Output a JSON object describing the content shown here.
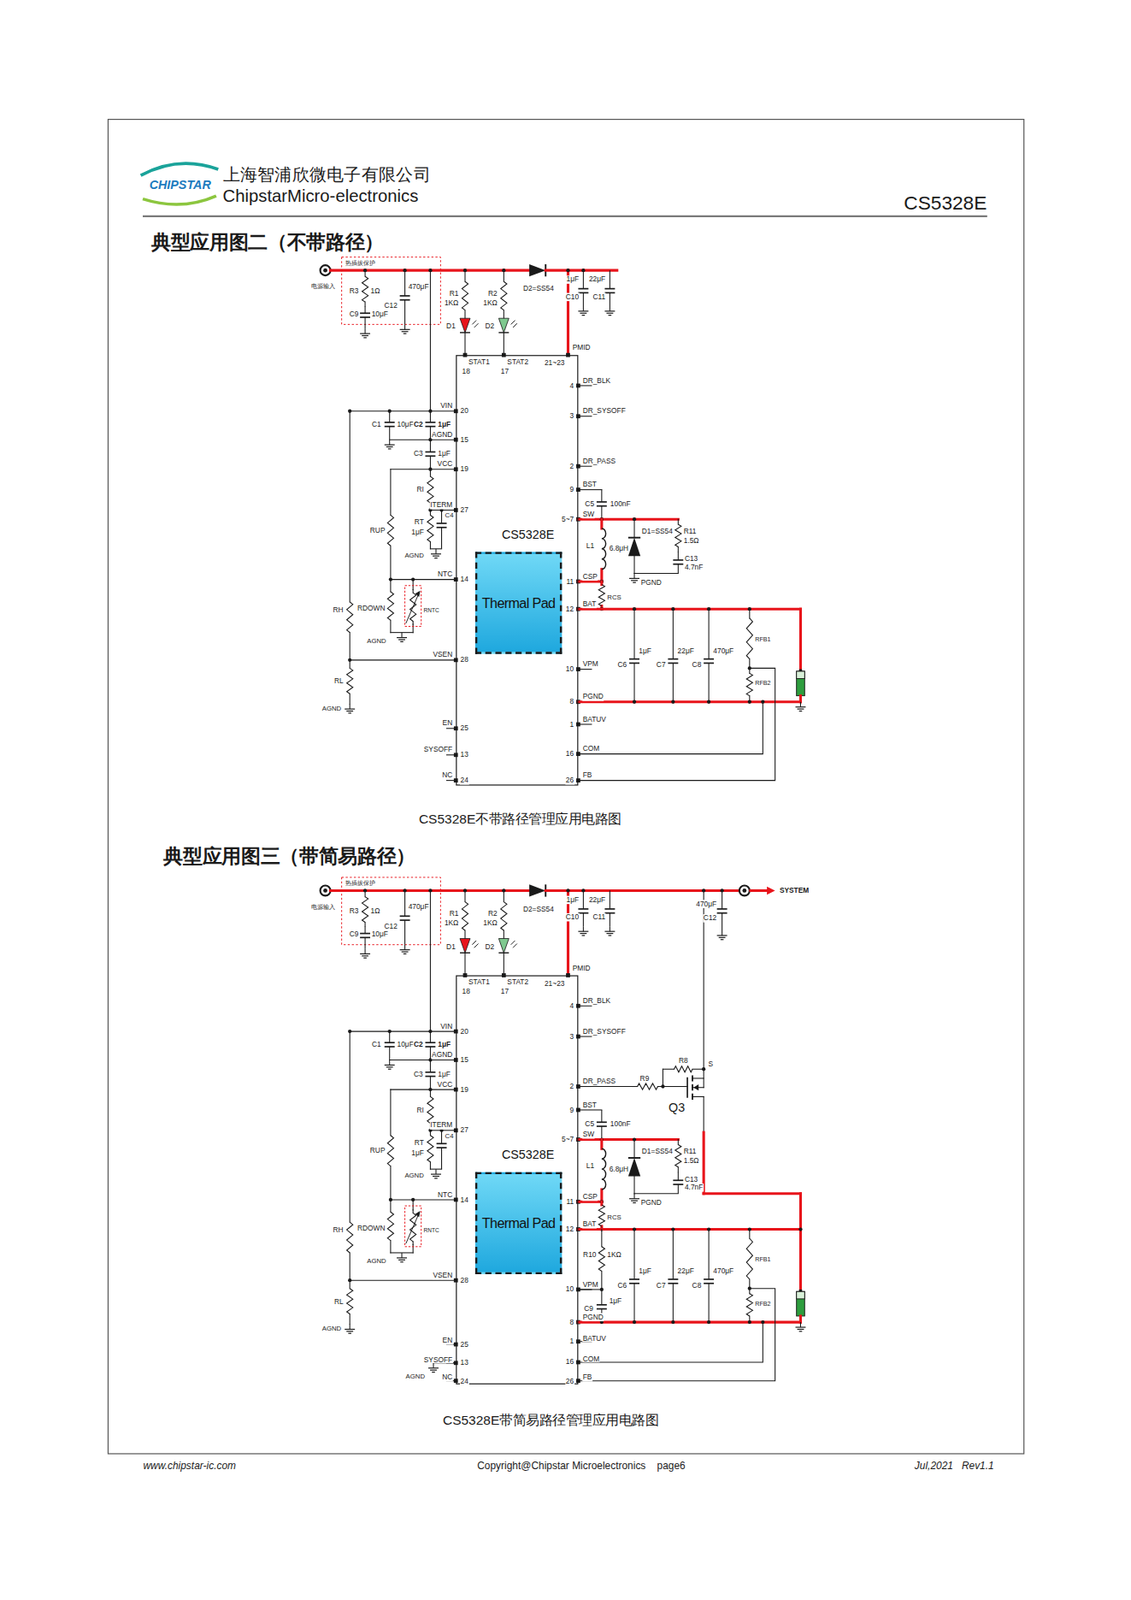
{
  "diagram": {
    "nodes": [
      {
        "text": [
          "CS5328E"
        ]
      },
      {
        "text": [
          "Thermal Pad"
        ],
        "in": 0
      },
      {
        "text": [
          "CS5328E"
        ]
      },
      {
        "text": [
          "Thermal Pad"
        ],
        "in": 2
      }
    ],
    "labels": [
      "CHIPSTAR",
      "上海智浦欣微电子有限公司",
      "ChipstarMicro-electronics",
      "CS5328E",
      "典型应用图二（不带路径）",
      "电源输入",
      "热插拔保护",
      "R3",
      "1Ω",
      "C9",
      "10μF",
      "470μF",
      "C12",
      "R1",
      "1KΩ",
      "R2",
      "1KΩ",
      "D2=SS54",
      "1μF",
      "C10",
      "22μF",
      "C11",
      "D1",
      "D2",
      "STAT1",
      "18",
      "STAT2",
      "17",
      "PMID",
      "21~23",
      "VIN",
      "20",
      "AGND",
      "15",
      "VCC",
      "19",
      "ITERM",
      "27",
      "NTC",
      "14",
      "VSEN",
      "28",
      "EN",
      "25",
      "SYSOFF",
      "13",
      "NC",
      "24",
      "4",
      "DR_BLK",
      "3",
      "DR_SYSOFF",
      "2",
      "DR_PASS",
      "9",
      "BST",
      "5~7",
      "SW",
      "11",
      "CSP",
      "12",
      "BAT",
      "10",
      "VPM",
      "8",
      "PGND",
      "1",
      "BATUV",
      "16",
      "COM",
      "26",
      "FB",
      "C1",
      "10μF",
      "C2",
      "1μF",
      "C3",
      "1μF",
      "RI",
      "C4",
      "RT",
      "1μF",
      "AGND",
      "RUP",
      "RDOWN",
      "RNTC",
      "AGND",
      "RH",
      "RL",
      "AGND",
      "C5",
      "100nF",
      "L1",
      "6.8μH",
      "D1=SS54",
      "R11",
      "1.5Ω",
      "C13",
      "4.7nF",
      "PGND",
      "RCS",
      "1μF",
      "C6",
      "22μF",
      "C7",
      "470μF",
      "C8",
      "RFB1",
      "RFB2",
      "CS5328E不带路径管理应用电路图",
      "典型应用图三（带简易路径）",
      "电源输入",
      "热插拔保护",
      "R3",
      "1Ω",
      "C9",
      "10μF",
      "470μF",
      "C12",
      "R1",
      "1KΩ",
      "R2",
      "1KΩ",
      "D2=SS54",
      "1μF",
      "C10",
      "22μF",
      "C11",
      "D1",
      "D2",
      "STAT1",
      "18",
      "STAT2",
      "17",
      "PMID",
      "21~23",
      "VIN",
      "20",
      "AGND",
      "15",
      "VCC",
      "19",
      "ITERM",
      "27",
      "NTC",
      "14",
      "VSEN",
      "28",
      "EN",
      "25",
      "SYSOFF",
      "13",
      "NC",
      "24",
      "4",
      "DR_BLK",
      "3",
      "DR_SYSOFF",
      "2",
      "DR_PASS",
      "9",
      "BST",
      "5~7",
      "SW",
      "11",
      "CSP",
      "12",
      "BAT",
      "10",
      "VPM",
      "8",
      "PGND",
      "1",
      "BATUV",
      "16",
      "COM",
      "26",
      "FB",
      "C1",
      "10μF",
      "C2",
      "1μF",
      "C3",
      "1μF",
      "RI",
      "C4",
      "RT",
      "1μF",
      "AGND",
      "RUP",
      "RDOWN",
      "RNTC",
      "AGND",
      "RH",
      "RL",
      "AGND",
      "C5",
      "100nF",
      "L1",
      "6.8μH",
      "D1=SS54",
      "R11",
      "1.5Ω",
      "C13",
      "4.7nF",
      "PGND",
      "RCS",
      "1μF",
      "C6",
      "22μF",
      "C7",
      "470μF",
      "C8",
      "RFB1",
      "RFB2",
      "SYSTEM",
      "470μF",
      "C12",
      "R9",
      "R8",
      "S",
      "Q3",
      "R10",
      "1KΩ",
      "C9",
      "1μF",
      "AGND",
      "CS5328E带简易路径管理应用电路图",
      "www.chipstar-ic.com",
      "Copyright@Chipstar Microelectronics    page6",
      "Jul,2021   Rev1.1"
    ]
  }
}
